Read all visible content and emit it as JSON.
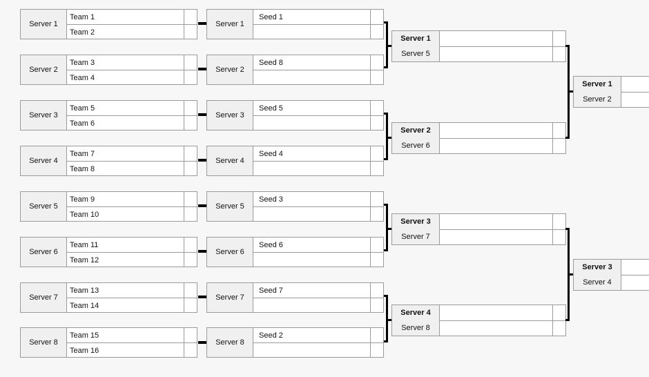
{
  "round1": [
    {
      "server": "Server 1",
      "team_a": "Team 1",
      "team_b": "Team 2"
    },
    {
      "server": "Server 2",
      "team_a": "Team 3",
      "team_b": "Team 4"
    },
    {
      "server": "Server 3",
      "team_a": "Team 5",
      "team_b": "Team 6"
    },
    {
      "server": "Server 4",
      "team_a": "Team 7",
      "team_b": "Team 8"
    },
    {
      "server": "Server 5",
      "team_a": "Team 9",
      "team_b": "Team 10"
    },
    {
      "server": "Server 6",
      "team_a": "Team 11",
      "team_b": "Team 12"
    },
    {
      "server": "Server 7",
      "team_a": "Team 13",
      "team_b": "Team 14"
    },
    {
      "server": "Server 8",
      "team_a": "Team 15",
      "team_b": "Team 16"
    }
  ],
  "round2": [
    {
      "server": "Server 1",
      "seed": "Seed 1"
    },
    {
      "server": "Server 2",
      "seed": "Seed 8"
    },
    {
      "server": "Server 3",
      "seed": "Seed 5"
    },
    {
      "server": "Server 4",
      "seed": "Seed 4"
    },
    {
      "server": "Server 5",
      "seed": "Seed 3"
    },
    {
      "server": "Server 6",
      "seed": "Seed 6"
    },
    {
      "server": "Server 7",
      "seed": "Seed 7"
    },
    {
      "server": "Server 8",
      "seed": "Seed 2"
    }
  ],
  "round3": [
    {
      "server_a": "Server 1",
      "server_b": "Server 5"
    },
    {
      "server_a": "Server 2",
      "server_b": "Server 6"
    },
    {
      "server_a": "Server 3",
      "server_b": "Server 7"
    },
    {
      "server_a": "Server 4",
      "server_b": "Server 8"
    }
  ],
  "round4": [
    {
      "server_a": "Server 1",
      "server_b": "Server 2"
    },
    {
      "server_a": "Server 3",
      "server_b": "Server 4"
    }
  ]
}
